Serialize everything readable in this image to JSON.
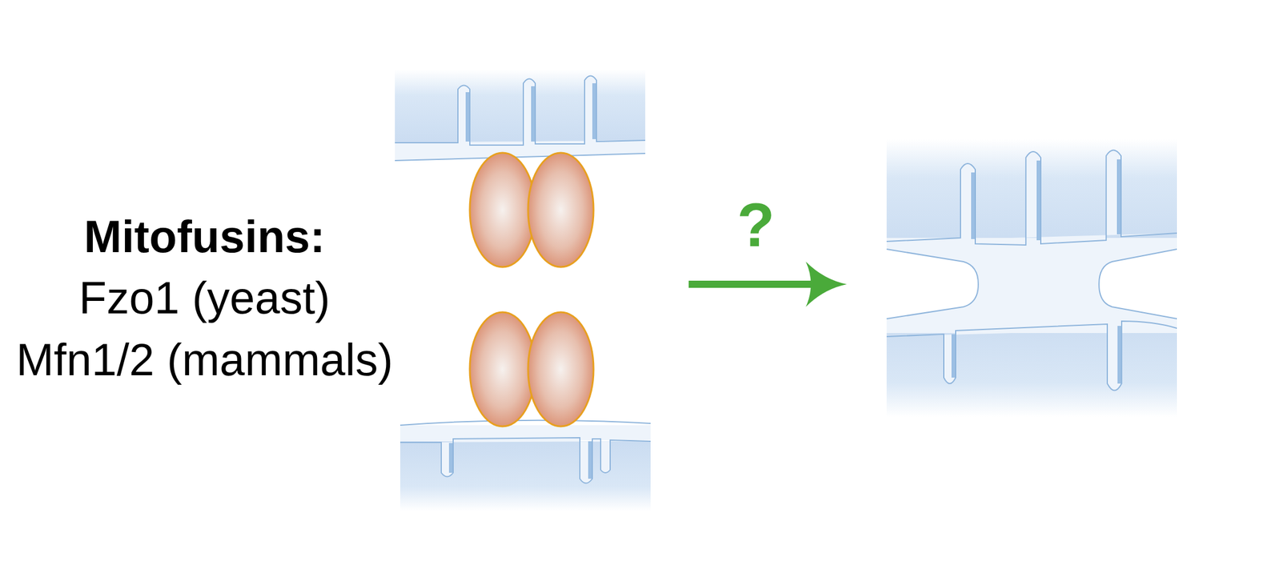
{
  "diagram": {
    "labels": [
      "Mitofusins:",
      "Fzo1 (yeast)",
      "Mfn1/2 (mammals)",
      "?"
    ]
  }
}
